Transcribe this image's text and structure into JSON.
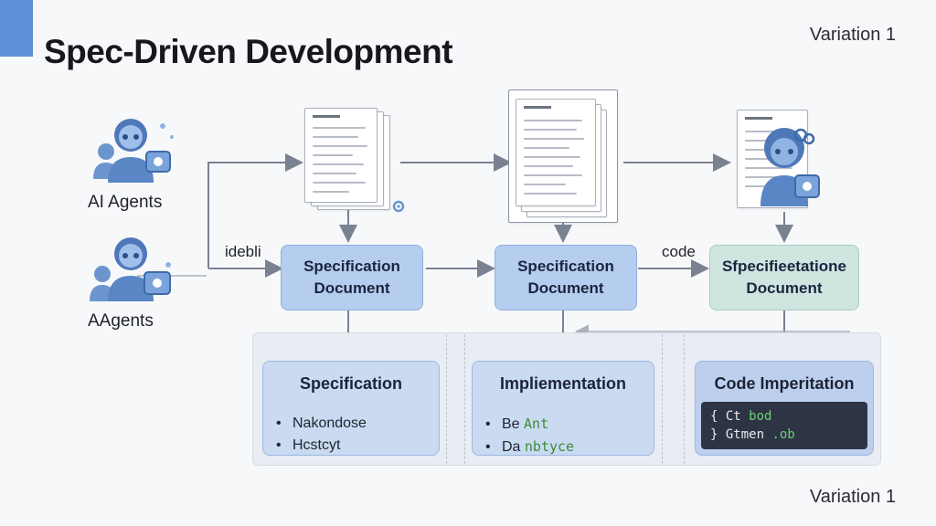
{
  "header": {
    "title": "Spec-Driven Development",
    "variation_top": "Variation 1",
    "variation_bottom": "Variation 1"
  },
  "agents": {
    "top_label": "AI Agents",
    "bottom_label": "A​Agents"
  },
  "edge_labels": {
    "left": "idebli",
    "right": "code"
  },
  "documents": {
    "doc1": "Specification\nDocument",
    "doc2": "Specification\nDocument",
    "doc3": "Sfpecifieetatione\nDocument"
  },
  "cards": {
    "spec": {
      "title": "Specification",
      "items": [
        "Nakondose",
        "Hcstcyt"
      ]
    },
    "impl": {
      "title": "Impliementation",
      "items": [
        {
          "prefix": "Be",
          "code": "Ant"
        },
        {
          "prefix": "Da",
          "code": "nbtyce"
        }
      ]
    },
    "code": {
      "title": "Code Imperitation",
      "lines": [
        {
          "a": "{ Ct ",
          "b": "bod"
        },
        {
          "a": "} Gtmen ",
          "b": ".ob"
        }
      ]
    }
  },
  "colors": {
    "accent": "#5b8fd6",
    "doc_blue": "#b5cdee",
    "doc_green": "#cfe5df",
    "card_blue": "#c9daf1",
    "code_bg": "#2d3443",
    "arrow": "#7a8191"
  },
  "icons": [
    "ai-agent-icon",
    "document-stack-icon",
    "gear-icon",
    "sparkle-icon"
  ]
}
